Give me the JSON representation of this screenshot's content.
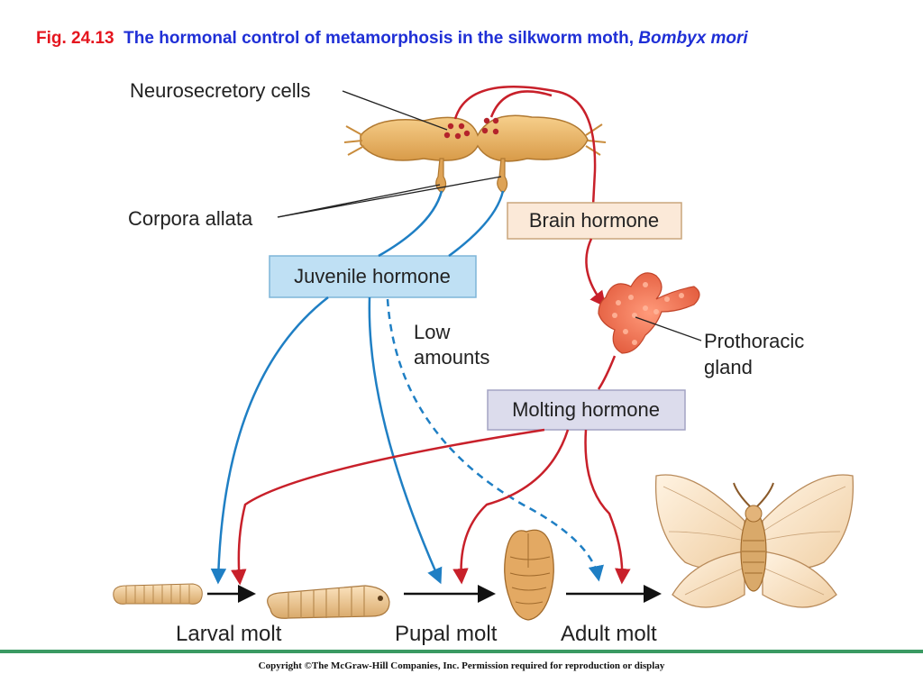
{
  "title": {
    "fig_number": "Fig. 24.13",
    "text": "The hormonal control of metamorphosis in the silkworm moth,",
    "species": "Bombyx mori"
  },
  "labels": {
    "neurosecretory_cells": "Neurosecretory cells",
    "corpora_allata": "Corpora allata",
    "prothoracic_gland_line1": "Prothoracic",
    "prothoracic_gland_line2": "gland",
    "low_amounts_line1": "Low",
    "low_amounts_line2": "amounts",
    "larval_molt": "Larval molt",
    "pupal_molt": "Pupal molt",
    "adult_molt": "Adult molt"
  },
  "boxes": {
    "brain_hormone": "Brain hormone",
    "juvenile_hormone": "Juvenile hormone",
    "molting_hormone": "Molting hormone"
  },
  "colors": {
    "red_arrow": "#c8202a",
    "blue_arrow": "#1f7fc4",
    "brain_box_fill": "#fbe9d8",
    "juvenile_box_fill": "#bfe0f4",
    "molting_box_fill": "#dcdcec"
  },
  "icons": [
    "brain-icon",
    "prothoracic-gland-icon",
    "larva-icon",
    "pupa-icon",
    "moth-icon"
  ],
  "footer": {
    "copyright": "Copyright ©The McGraw-Hill Companies, Inc. Permission required for reproduction or display"
  }
}
